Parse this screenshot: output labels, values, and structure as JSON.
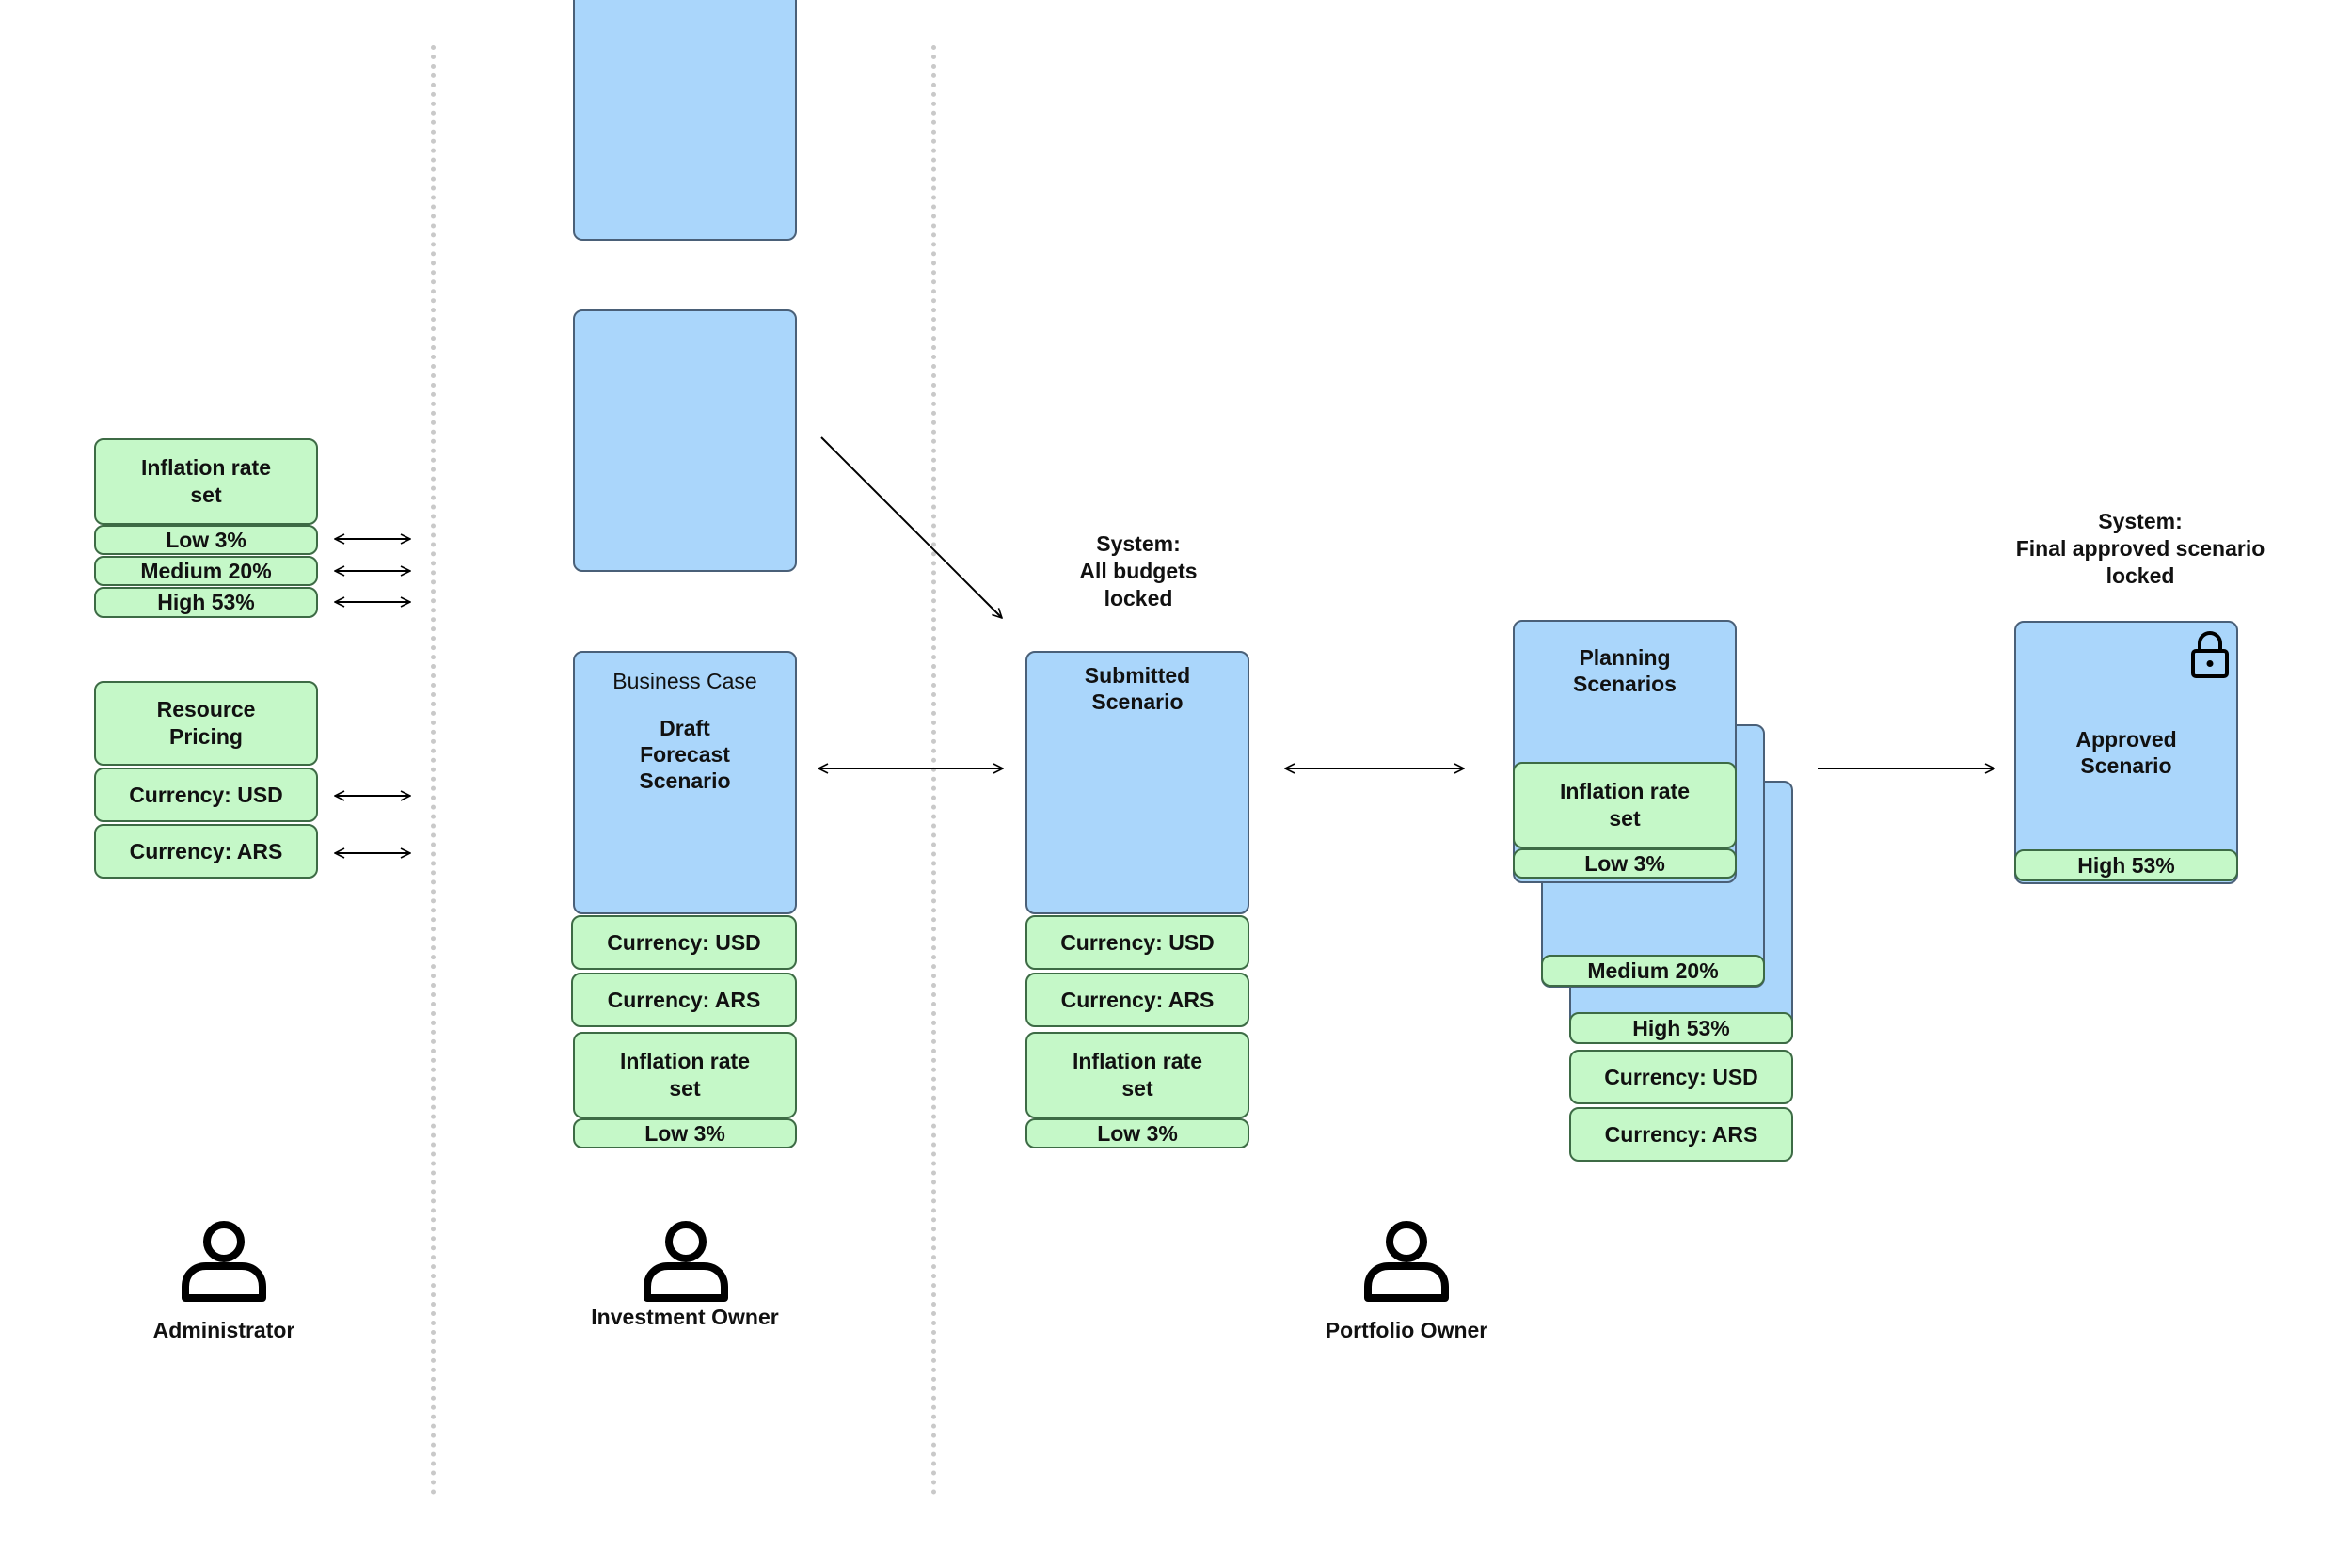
{
  "actors": {
    "administrator": "Administrator",
    "investment_owner": "Investment Owner",
    "portfolio_owner": "Portfolio Owner"
  },
  "admin": {
    "inflation_title": "Inflation rate\nset",
    "low": "Low 3%",
    "medium": "Medium 20%",
    "high": "High 53%",
    "resource_pricing": "Resource\nPricing",
    "currency_usd": "Currency: USD",
    "currency_ars": "Currency: ARS"
  },
  "investment": {
    "business_case": "Business Case",
    "draft_scenario": "Draft\nForecast\nScenario",
    "currency_usd": "Currency: USD",
    "currency_ars": "Currency: ARS",
    "inflation_title": "Inflation rate\nset",
    "low": "Low 3%"
  },
  "submitted": {
    "system_note": "System:\nAll budgets\nlocked",
    "title": "Submitted\nScenario",
    "currency_usd": "Currency: USD",
    "currency_ars": "Currency: ARS",
    "inflation_title": "Inflation rate\nset",
    "low": "Low 3%"
  },
  "planning": {
    "title": "Planning\nScenarios",
    "inflation_title": "Inflation rate\nset",
    "low": "Low 3%",
    "medium": "Medium 20%",
    "high": "High 53%",
    "currency_usd": "Currency: USD",
    "currency_ars": "Currency: ARS"
  },
  "approved": {
    "system_note": "System:\nFinal approved scenario\nlocked",
    "title": "Approved\nScenario",
    "high": "High 53%",
    "lock_icon": "lock-icon"
  },
  "colors": {
    "scenario_fill": "#aad6fb",
    "setting_fill": "#c5f8c8",
    "divider": "#c9c9c9"
  }
}
